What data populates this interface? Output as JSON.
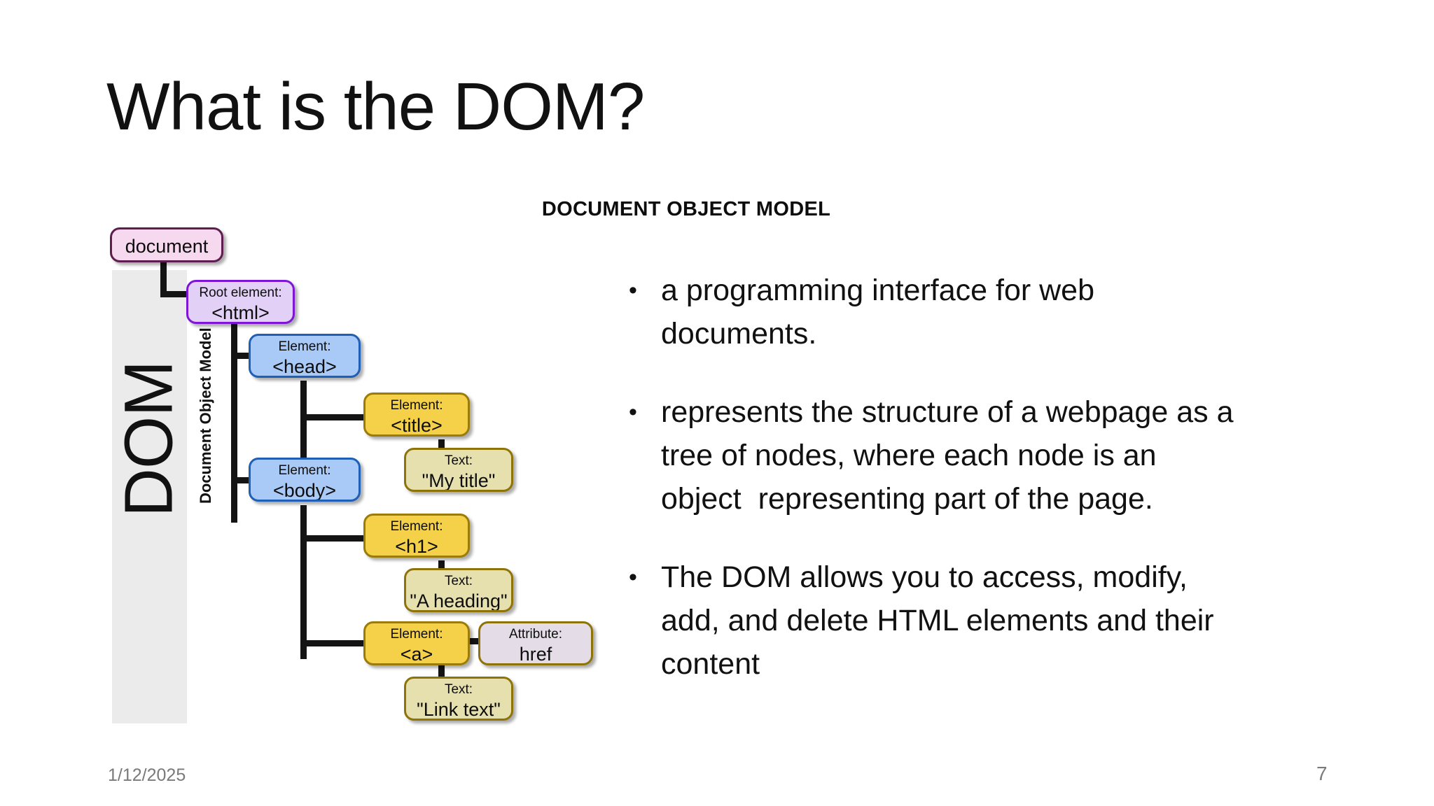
{
  "slide": {
    "title": "What is the DOM?",
    "footer_date": "1/12/2025",
    "page_number": "7"
  },
  "diagram": {
    "heading": "DOCUMENT OBJECT MODEL",
    "sidebar": {
      "acronym": "DOM",
      "expansion": "Document Object Model"
    },
    "nodes": {
      "document": {
        "kind": "",
        "value": "document"
      },
      "html": {
        "kind": "Root element:",
        "value": "<html>"
      },
      "head": {
        "kind": "Element:",
        "value": "<head>"
      },
      "title": {
        "kind": "Element:",
        "value": "<title>"
      },
      "title_text": {
        "kind": "Text:",
        "value": "\"My title\""
      },
      "body": {
        "kind": "Element:",
        "value": "<body>"
      },
      "h1": {
        "kind": "Element:",
        "value": "<h1>"
      },
      "h1_text": {
        "kind": "Text:",
        "value": "\"A heading\""
      },
      "a": {
        "kind": "Element:",
        "value": "<a>"
      },
      "href": {
        "kind": "Attribute:",
        "value": "href"
      },
      "a_text": {
        "kind": "Text:",
        "value": "\"Link text\""
      }
    },
    "colors": {
      "document_fill": "#f6d9ef",
      "document_border": "#5e1c4f",
      "root_fill": "#e2d0f7",
      "root_border": "#7d16d6",
      "element_fill": "#a9caf7",
      "element_border": "#1f5fb5",
      "tag_fill": "#f4d149",
      "tag_border": "#9c7c09",
      "text_fill": "#e6e0ae",
      "text_border": "#8e7408",
      "attr_fill": "#e4dce6",
      "attr_border": "#8e7408",
      "band": "#ebebeb",
      "connector": "#141414"
    }
  },
  "bullets": [
    {
      "marker": "•",
      "text": "a programming interface for web\ndocuments."
    },
    {
      "marker": "•",
      "text": "represents the structure of a webpage as a\ntree of nodes, where each node is an\nobject  representing part of the page."
    },
    {
      "marker": "•",
      "text": "The DOM allows you to access, modify,\nadd, and delete HTML elements and their\ncontent"
    }
  ]
}
